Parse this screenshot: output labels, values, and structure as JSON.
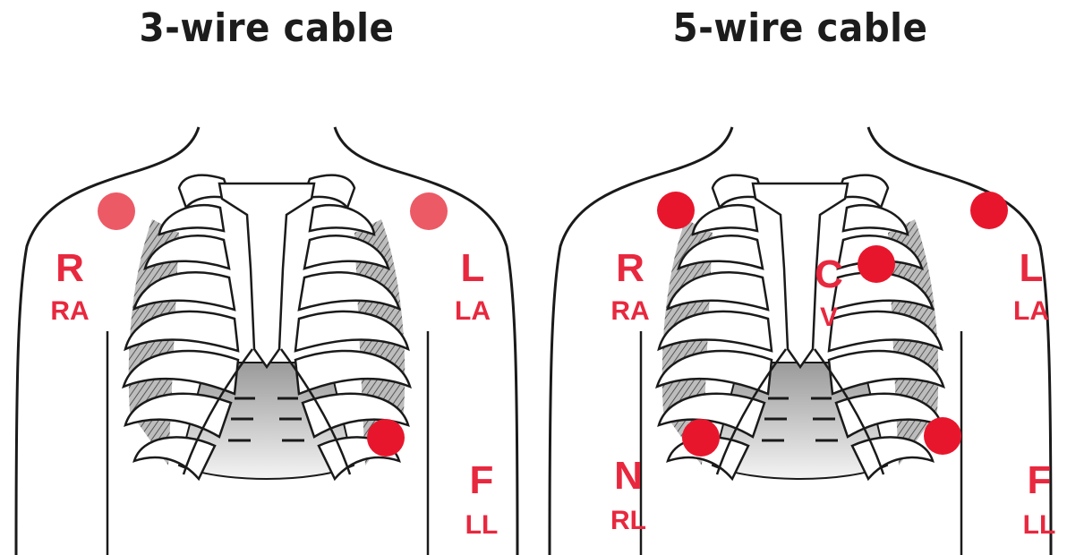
{
  "panels": [
    {
      "title": "3-wire cable",
      "labels": {
        "r": "R",
        "ra": "RA",
        "l": "L",
        "la": "LA",
        "f": "F",
        "ll": "LL"
      },
      "electrode_color": "#ec5a66"
    },
    {
      "title": "5-wire cable",
      "labels": {
        "r": "R",
        "ra": "RA",
        "l": "L",
        "la": "LA",
        "c": "C",
        "v": "V",
        "n": "N",
        "rl": "RL",
        "f": "F",
        "ll": "LL"
      },
      "electrode_color": "#e8162c"
    }
  ],
  "colors": {
    "label": "#e8283e",
    "outline": "#1a1a1a",
    "shade": "#9a9a9a"
  }
}
